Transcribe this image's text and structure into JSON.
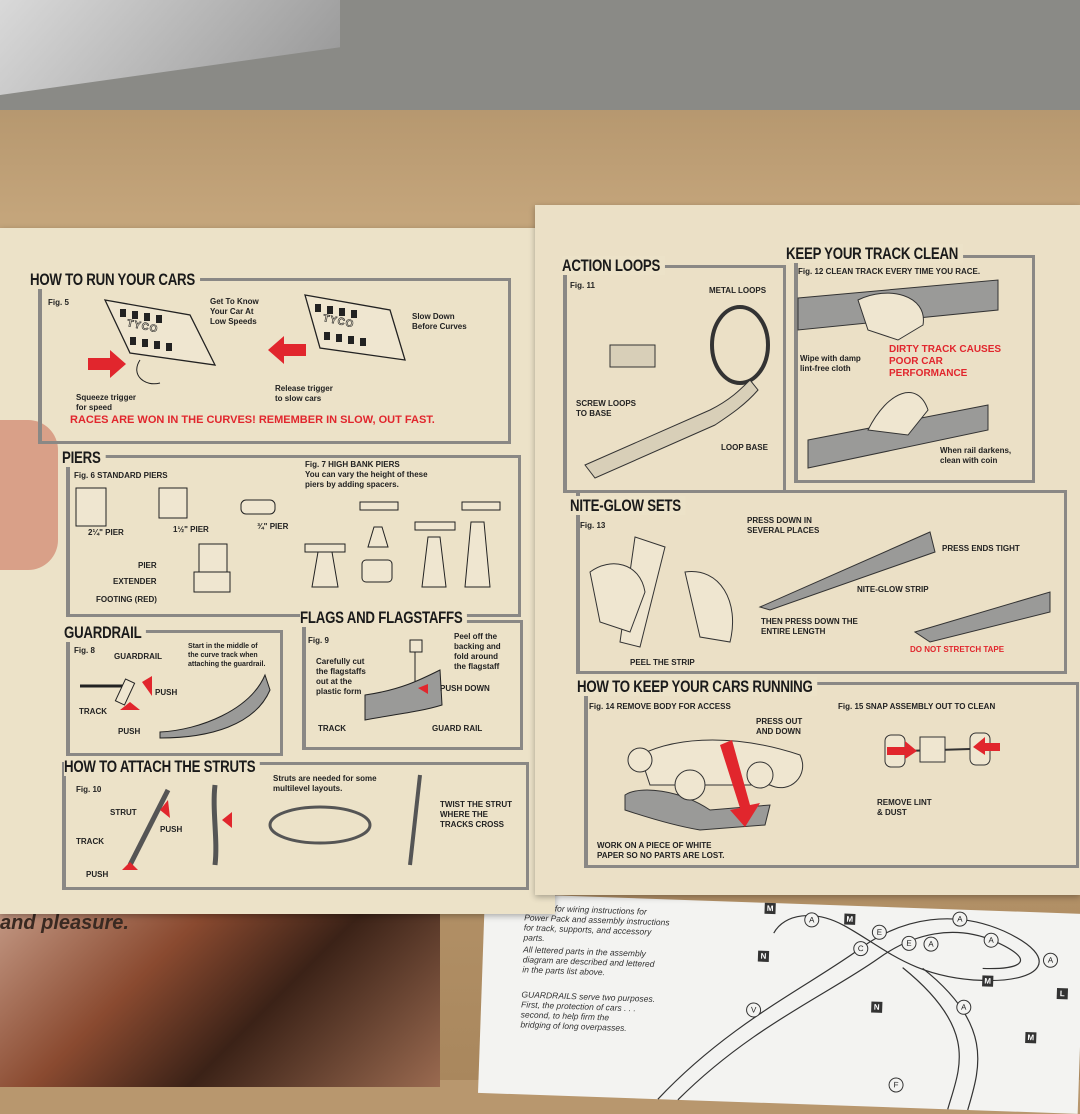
{
  "colors": {
    "accent_red": "#e1262d",
    "paper": "#ece2c8",
    "border": "#8a8885",
    "cardboard": "#bd9c72"
  },
  "run_cars": {
    "title": "HOW TO RUN YOUR CARS",
    "fig": "Fig. 5",
    "get_to_know": "Get To Know\nYour Car At\nLow Speeds",
    "slow_down": "Slow Down\nBefore Curves",
    "squeeze": "Squeeze trigger\nfor speed",
    "release": "Release trigger\nto slow cars",
    "controller_brand": "TYCO",
    "slogan": "RACES ARE WON IN THE CURVES! REMEMBER IN SLOW, OUT FAST."
  },
  "piers": {
    "title": "PIERS",
    "fig6": "Fig. 6  STANDARD PIERS",
    "p1": "2¼\" PIER",
    "p2": "1½\" PIER",
    "p3": "¾\" PIER",
    "pier": "PIER",
    "extender": "EXTENDER",
    "footing": "FOOTING (RED)",
    "fig7": "Fig. 7  HIGH BANK PIERS\nYou can vary the height of these\npiers by adding spacers."
  },
  "guardrail": {
    "title": "GUARDRAIL",
    "fig": "Fig. 8",
    "guardrail": "GUARDRAIL",
    "track": "TRACK",
    "push1": "PUSH",
    "push2": "PUSH",
    "note": "Start in the middle of\nthe curve track when\nattaching the guardrail."
  },
  "flags": {
    "title": "FLAGS AND FLAGSTAFFS",
    "fig": "Fig. 9",
    "cut": "Carefully cut\nthe flagstaffs\nout at the\nplastic form",
    "peel": "Peel off the\nbacking and\nfold around\nthe flagstaff",
    "push_down": "PUSH DOWN",
    "track": "TRACK",
    "guard_rail": "GUARD RAIL"
  },
  "struts": {
    "title": "HOW TO ATTACH THE STRUTS",
    "fig": "Fig. 10",
    "strut": "STRUT",
    "track": "TRACK",
    "push1": "PUSH",
    "push2": "PUSH",
    "note": "Struts are needed for some\nmultilevel layouts.",
    "twist": "TWIST THE STRUT\nWHERE THE\nTRACKS CROSS"
  },
  "loops": {
    "title": "ACTION LOOPS",
    "fig": "Fig. 11",
    "metal": "METAL LOOPS",
    "screw": "SCREW LOOPS\nTO BASE",
    "base": "LOOP BASE"
  },
  "clean": {
    "title": "KEEP YOUR TRACK CLEAN",
    "fig": "Fig. 12  CLEAN TRACK EVERY TIME YOU RACE.",
    "wipe": "Wipe with damp\nlint-free cloth",
    "dirty": "DIRTY TRACK CAUSES\nPOOR CAR\nPERFORMANCE",
    "rail": "When rail darkens,\nclean with coin"
  },
  "nite": {
    "title": "NITE-GLOW SETS",
    "fig": "Fig. 13",
    "press_several": "PRESS DOWN IN\nSEVERAL PLACES",
    "press_ends": "PRESS ENDS TIGHT",
    "strip": "NITE-GLOW STRIP",
    "then": "THEN PRESS DOWN THE\nENTIRE LENGTH",
    "peel": "PEEL THE STRIP",
    "no_stretch": "DO NOT STRETCH TAPE"
  },
  "running": {
    "title": "HOW TO KEEP YOUR CARS RUNNING",
    "fig14": "Fig. 14 REMOVE BODY FOR ACCESS",
    "press_out": "PRESS OUT\nAND DOWN",
    "work": "WORK ON A PIECE OF WHITE\nPAPER SO NO PARTS ARE LOST.",
    "fig15": "Fig. 15 SNAP ASSEMBLY OUT TO CLEAN",
    "lint": "REMOVE LINT\n& DUST"
  },
  "ad": {
    "text": "and pleasure."
  },
  "manual": {
    "p1": "manual for wiring instructions for\nPower Pack and assembly instructions\nfor track, supports, and accessory\nparts.",
    "p2": "All lettered parts in the assembly\ndiagram are described and lettered\nin the parts list above.",
    "p3": "GUARDRAILS serve two purposes.\nFirst, the protection of cars . . .\nsecond, to help firm the\nbridging of long overpasses.",
    "labels": [
      "M",
      "M",
      "A",
      "E",
      "C",
      "E",
      "A",
      "A",
      "A",
      "A",
      "N",
      "V",
      "N",
      "A",
      "M",
      "M",
      "L",
      "F"
    ]
  }
}
